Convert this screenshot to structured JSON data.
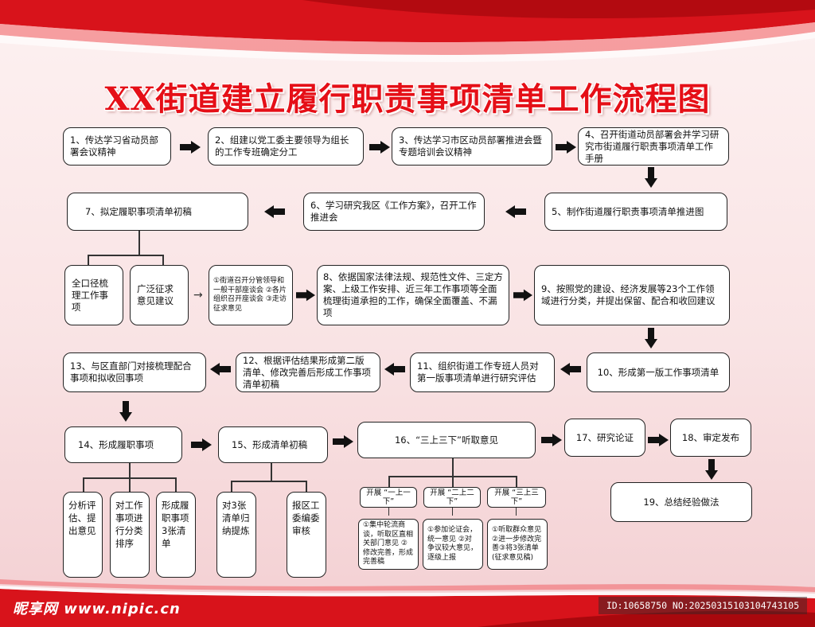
{
  "title": "XX街道建立履行职责事项清单工作流程图",
  "nodes": {
    "n1": "1、传达学习省动员部署会议精神",
    "n2": "2、组建以党工委主要领导为组长的工作专班确定分工",
    "n3": "3、传达学习市区动员部署推进会暨专题培训会议精神",
    "n4": "4、召开街道动员部署会并学习研究市街道履行职责事项清单工作手册",
    "n5": "5、制作街道履行职责事项清单推进图",
    "n6": "6、学习研究我区《工作方案》，召开工作推进会",
    "n7": "7、拟定履职事项清单初稿",
    "n7a": "全口径梳理工作事项",
    "n7b": "广泛征求意见建议",
    "n7c": "①街道召开分管领导和一般干部座谈会 ②各片组织召开座谈会 ③走访征求意见",
    "n8": "8、依据国家法律法规、规范性文件、三定方案、上级工作安排、近三年工作事项等全面梳理街道承担的工作，确保全面覆盖、不漏项",
    "n9": "9、按照党的建设、经济发展等23个工作领域进行分类，并提出保留、配合和收回建议",
    "n10": "10、形成第一版工作事项清单",
    "n11": "11、组织街道工作专班人员对第一版事项清单进行研究评估",
    "n12": "12、根据评估结果形成第二版清单、修改完善后形成工作事项清单初稿",
    "n13": "13、与区直部门对接梳理配合事项和拟收回事项",
    "n14": "14、形成履职事项",
    "n14a": "分析评估、提出意见",
    "n14b": "对工作事项进行分类排序",
    "n14c": "形成履职事项3张清单",
    "n15": "15、形成清单初稿",
    "n15a": "对3张清单归纳提炼",
    "n15b": "报区工委编委审核",
    "n16": "16、“三上三下”听取意见",
    "n16a": "开展 “一上一下”",
    "n16b": "开展 “二上二下”",
    "n16c": "开展 “三上三下”",
    "n16a_d": "①集中轮流商谈，听取区直相关部门意见 ②修改完善，形成完善稿",
    "n16b_d": "①参加论证会，统一意见 ②对争议较大意见，逐级上报",
    "n16c_d": "①听取群众意见 ②进一步修改完善③将3张清单(征求意见稿)",
    "n17": "17、研究论证",
    "n18": "18、审定发布",
    "n19": "19、总结经验做法"
  },
  "footer": {
    "logo": "昵享网 www.nipic.cn",
    "id": "ID:10658750 NO:20250315103104743105"
  },
  "colors": {
    "title": "#e50f17",
    "ribbon": "#d8131b",
    "arrow": "#111111"
  }
}
